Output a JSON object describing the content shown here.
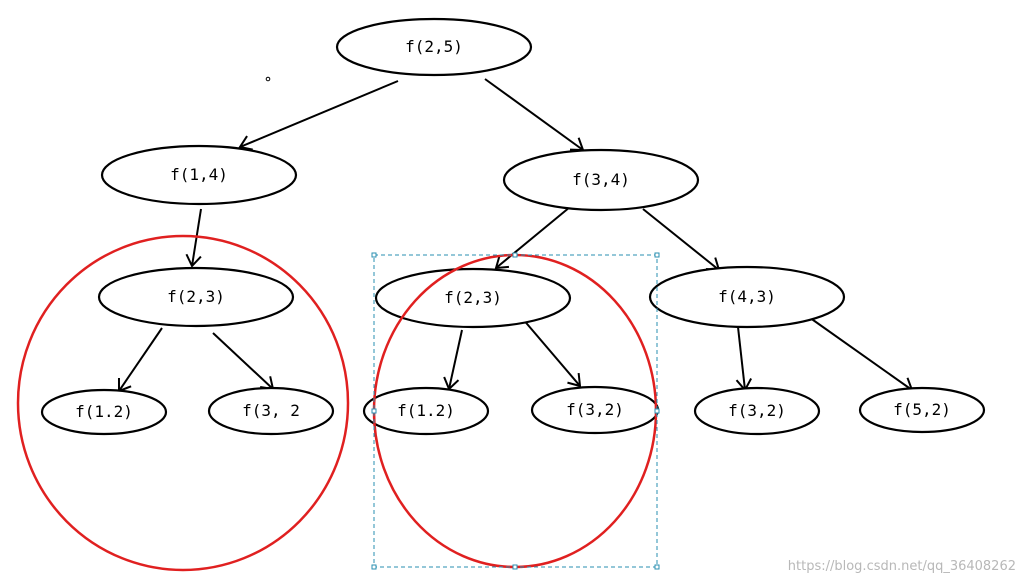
{
  "colors": {
    "stroke": "#000000",
    "highlight": "#e02020",
    "selection": "#2a8fb0",
    "watermark": "#b8b8b8"
  },
  "nodes": [
    {
      "id": "n25",
      "label": "f(2,5)"
    },
    {
      "id": "n14",
      "label": "f(1,4)"
    },
    {
      "id": "n34",
      "label": "f(3,4)"
    },
    {
      "id": "n23a",
      "label": "f(2,3)"
    },
    {
      "id": "n23b",
      "label": "f(2,3)"
    },
    {
      "id": "n43",
      "label": "f(4,3)"
    },
    {
      "id": "n12a",
      "label": "f(1.2)"
    },
    {
      "id": "n32a",
      "label": "f(3, 2"
    },
    {
      "id": "n12b",
      "label": "f(1.2)"
    },
    {
      "id": "n32b",
      "label": "f(3,2)"
    },
    {
      "id": "n32c",
      "label": "f(3,2)"
    },
    {
      "id": "n52",
      "label": "f(5,2)"
    }
  ],
  "edges": [
    {
      "from": "n25",
      "to": "n14"
    },
    {
      "from": "n25",
      "to": "n34"
    },
    {
      "from": "n14",
      "to": "n23a"
    },
    {
      "from": "n34",
      "to": "n23b"
    },
    {
      "from": "n34",
      "to": "n43"
    },
    {
      "from": "n23a",
      "to": "n12a"
    },
    {
      "from": "n23a",
      "to": "n32a"
    },
    {
      "from": "n23b",
      "to": "n12b"
    },
    {
      "from": "n23b",
      "to": "n32b"
    },
    {
      "from": "n43",
      "to": "n32c"
    },
    {
      "from": "n43",
      "to": "n52"
    }
  ],
  "watermark": "https://blog.csdn.net/qq_36408262"
}
